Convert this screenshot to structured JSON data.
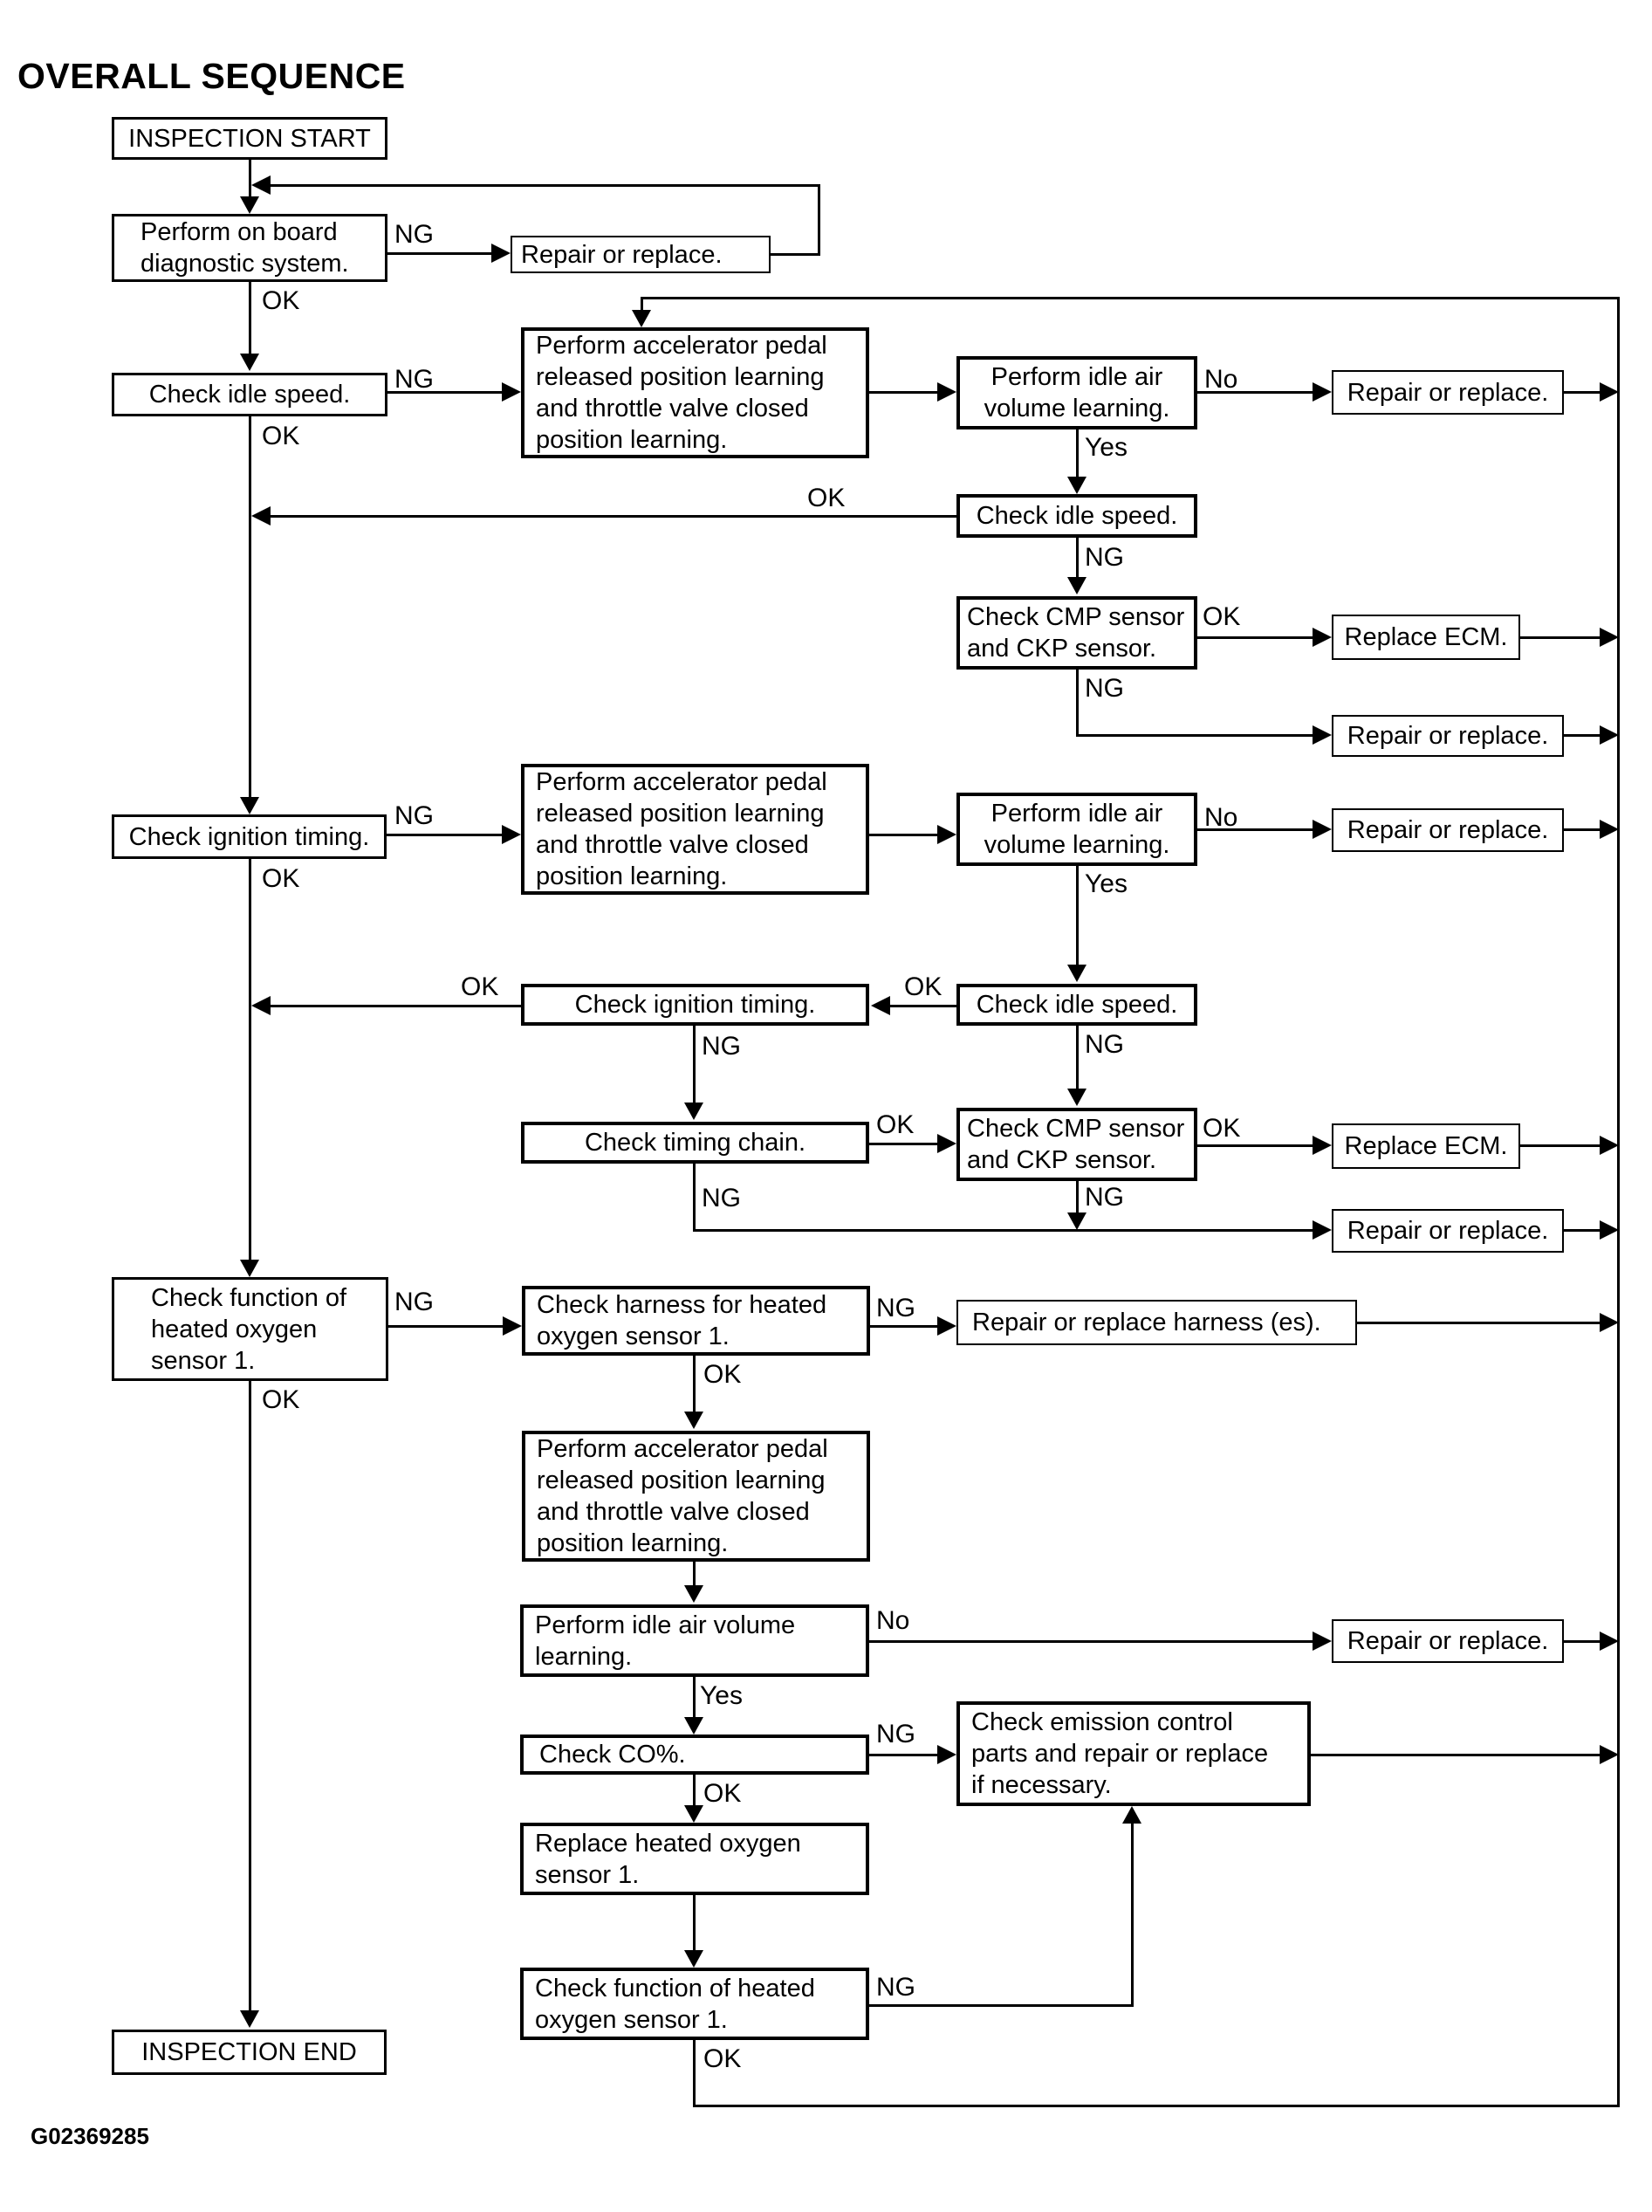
{
  "title": "OVERALL SEQUENCE",
  "figure_code": "G02369285",
  "colors": {
    "ink": "#000000",
    "background": "#ffffff"
  },
  "edge_labels": {
    "ok": "OK",
    "ng": "NG",
    "yes": "Yes",
    "no": "No"
  },
  "nodes": {
    "inspection_start": {
      "label": "INSPECTION START"
    },
    "perform_obd": {
      "label": "Perform on board\ndiagnostic system."
    },
    "repair_or_replace": {
      "label": "Repair or replace."
    },
    "check_idle_speed": {
      "label": "Check idle speed."
    },
    "accel_pedal_learning": {
      "label": "Perform accelerator pedal\nreleased position learning\nand throttle valve closed\nposition learning."
    },
    "idle_air_volume_learning": {
      "label": "Perform idle air\nvolume learning."
    },
    "check_cmp_ckp": {
      "label": "Check CMP sensor\nand CKP sensor."
    },
    "replace_ecm": {
      "label": "Replace ECM."
    },
    "check_ignition_timing": {
      "label": "Check ignition timing."
    },
    "check_timing_chain": {
      "label": "Check timing chain."
    },
    "check_o2_function": {
      "label": "Check function of\nheated oxygen\nsensor 1."
    },
    "check_o2_harness": {
      "label": "Check harness for heated\noxygen sensor 1."
    },
    "repair_harness": {
      "label": "Repair or replace harness (es)."
    },
    "idle_air_volume_learning_wide": {
      "label": "Perform idle air volume\nlearning."
    },
    "check_co": {
      "label": "Check CO%."
    },
    "check_emission": {
      "label": "Check emission control\nparts and repair or replace\nif necessary."
    },
    "replace_o2_sensor": {
      "label": "Replace heated oxygen\nsensor 1."
    },
    "check_o2_function_2": {
      "label": "Check function of heated\noxygen sensor 1."
    },
    "inspection_end": {
      "label": "INSPECTION END"
    }
  }
}
